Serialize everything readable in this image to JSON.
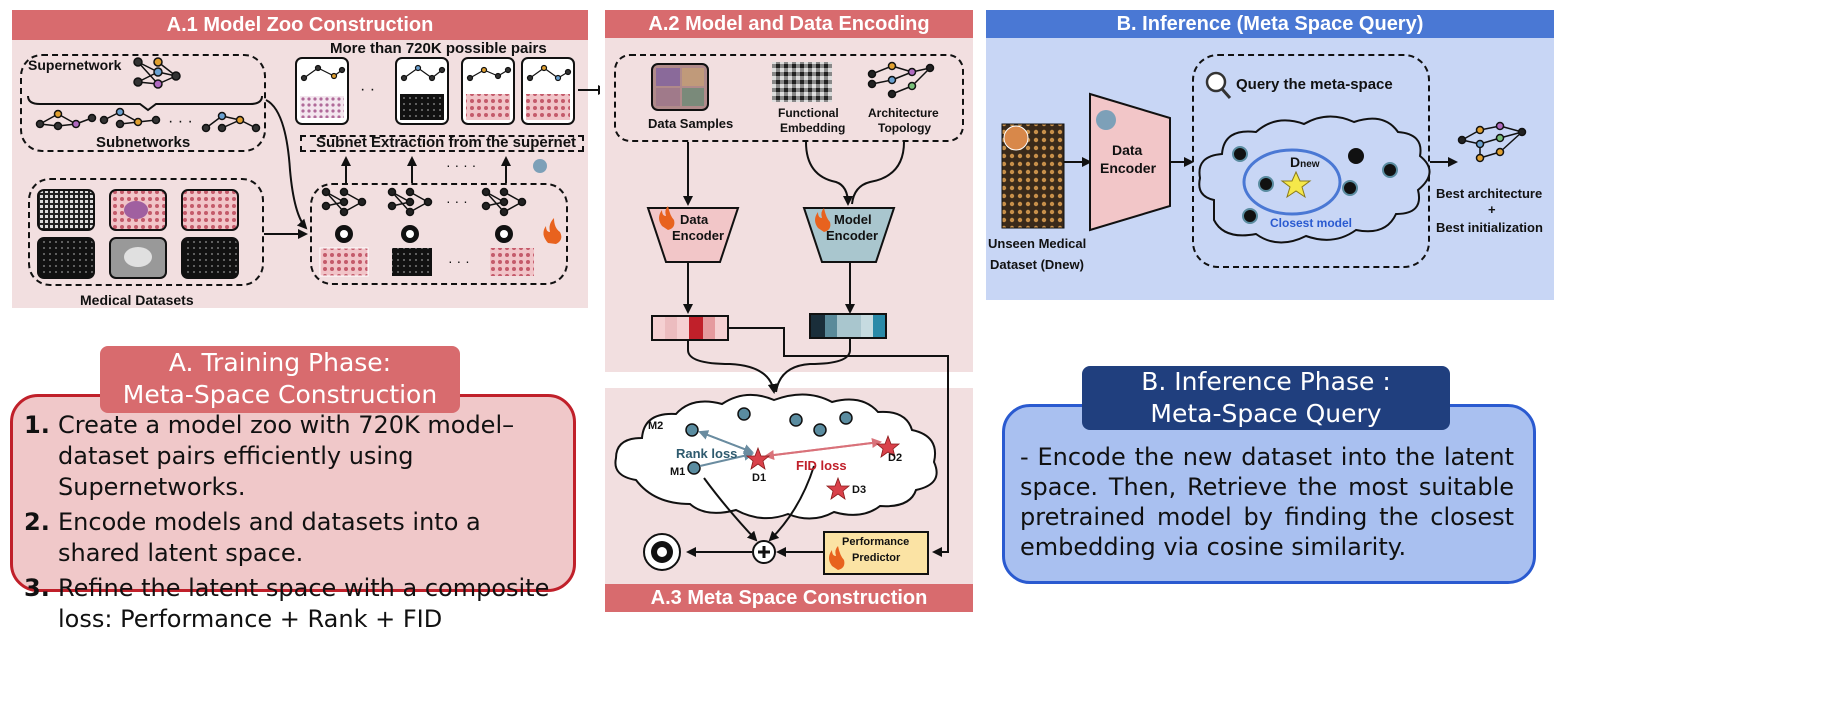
{
  "sections": {
    "a1_title": "A.1 Model Zoo Construction",
    "a2_title": "A.2 Model and Data Encoding",
    "a3_title": "A.3 Meta Space Construction",
    "b_title": "B. Inference (Meta Space Query)"
  },
  "a1": {
    "supernetwork": "Supernetwork",
    "subnetworks": "Subnetworks",
    "pairs": "More than 720K possible pairs",
    "subnet_extraction": "Subnet Extraction from the supernet",
    "medical_datasets": "Medical Datasets",
    "dots": ". . .",
    "dots2": ". . ."
  },
  "a2": {
    "data_samples": "Data Samples",
    "functional_embedding_1": "Functional",
    "functional_embedding_2": "Embedding",
    "architecture_topology_1": "Architecture",
    "architecture_topology_2": "Topology",
    "data_encoder_1": "Data",
    "data_encoder_2": "Encoder",
    "model_encoder_1": "Model",
    "model_encoder_2": "Encoder"
  },
  "a3": {
    "m1": "M1",
    "m2": "M2",
    "d1": "D1",
    "d2": "D2",
    "d3": "D3",
    "rank_loss": "Rank loss",
    "fid_loss": "FID loss",
    "performance_1": "Performance",
    "performance_2": "Predictor"
  },
  "b": {
    "unseen_1": "Unseen Medical",
    "unseen_2": "Dataset (Dnew)",
    "data_encoder_1": "Data",
    "data_encoder_2": "Encoder",
    "query": "Query the meta-space",
    "dnew": "D",
    "dnew_sub": "new",
    "closest": "Closest model",
    "best_arch": "Best architecture",
    "plus": "+",
    "best_init": "Best initialization"
  },
  "training": {
    "title_1": "A. Training Phase:",
    "title_2": "Meta-Space Construction",
    "items": [
      {
        "num": "1.",
        "text": "Create a model zoo with 720K model–dataset pairs efficiently using Supernetworks."
      },
      {
        "num": "2.",
        "text": "Encode models and datasets into a shared latent space."
      },
      {
        "num": "3.",
        "text": "Refine the latent space with a composite loss: Performance + Rank +  FID"
      }
    ]
  },
  "inference": {
    "title_1": "B. Inference Phase :",
    "title_2": "Meta-Space Query",
    "text": "- Encode the new dataset into the latent space. Then, Retrieve the most suitable pretrained model by finding the closest embedding via cosine similarity."
  },
  "colors": {
    "pink_bg": "#f2dfe0",
    "red_header": "#d86b6e",
    "blue_bg": "#c8d6f5",
    "blue_header": "#4a78d4",
    "navy": "#203f7e",
    "teal": "#a9c6ce",
    "dark_red": "#c0202a"
  }
}
